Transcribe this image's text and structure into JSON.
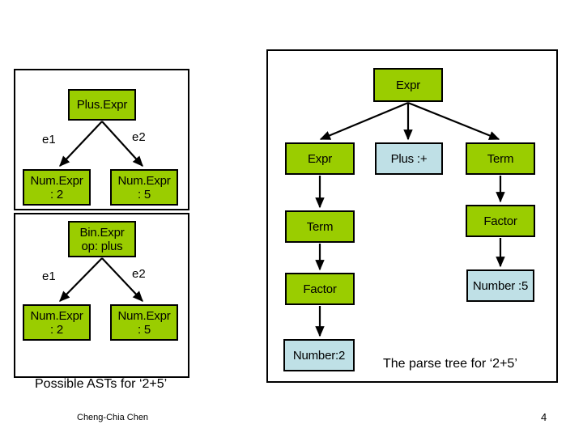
{
  "slide": {
    "page_number": "4",
    "author": "Cheng-Chia Chen"
  },
  "colors": {
    "nonterminal_green": "#9acd00",
    "terminal_blue": "#bfe0e6",
    "outline": "#000000",
    "background": "#ffffff"
  },
  "ast_section": {
    "caption": "Possible ASTs for ‘2+5’",
    "panel1": {
      "root": {
        "line1": "Plus.Expr"
      },
      "edges": [
        {
          "label": "e1"
        },
        {
          "label": "e2"
        }
      ],
      "children": [
        {
          "line1": "Num.Expr",
          "line2": ": 2"
        },
        {
          "line1": "Num.Expr",
          "line2": ": 5"
        }
      ]
    },
    "panel2": {
      "root": {
        "line1": "Bin.Expr",
        "line2": "op: plus"
      },
      "edges": [
        {
          "label": "e1"
        },
        {
          "label": "e2"
        }
      ],
      "children": [
        {
          "line1": "Num.Expr",
          "line2": ": 2"
        },
        {
          "line1": "Num.Expr",
          "line2": ": 5"
        }
      ]
    }
  },
  "parse_tree_section": {
    "caption": "The parse tree for ‘2+5’",
    "nodes": {
      "root_expr": "Expr",
      "left_expr": "Expr",
      "plus_token": "Plus :+",
      "right_term": "Term",
      "left_term": "Term",
      "right_factor": "Factor",
      "left_factor": "Factor",
      "right_number": "Number :5",
      "left_number": "Number:2"
    }
  }
}
